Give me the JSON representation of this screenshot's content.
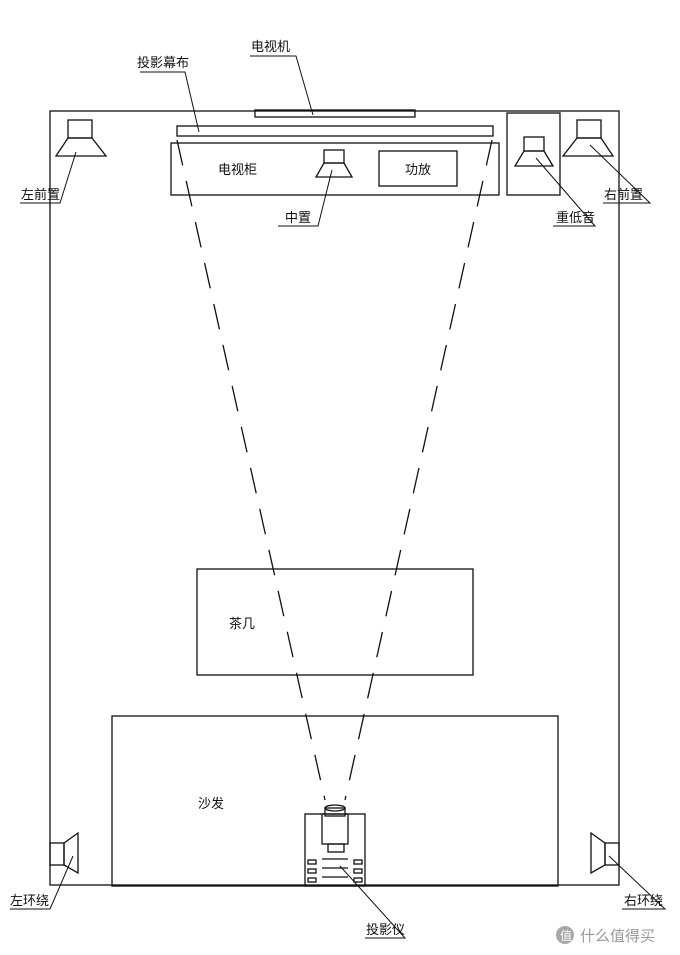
{
  "labels": {
    "tv": "电视机",
    "screen": "投影幕布",
    "tv_cabinet": "电视柜",
    "amplifier": "功放",
    "center": "中置",
    "subwoofer": "重低音",
    "front_left": "左前置",
    "front_right": "右前置",
    "coffee_table": "茶几",
    "sofa": "沙发",
    "surround_left": "左环绕",
    "surround_right": "右环绕",
    "projector": "投影仪"
  },
  "watermark": {
    "icon": "zhi-icon",
    "text": "什么值得买"
  }
}
